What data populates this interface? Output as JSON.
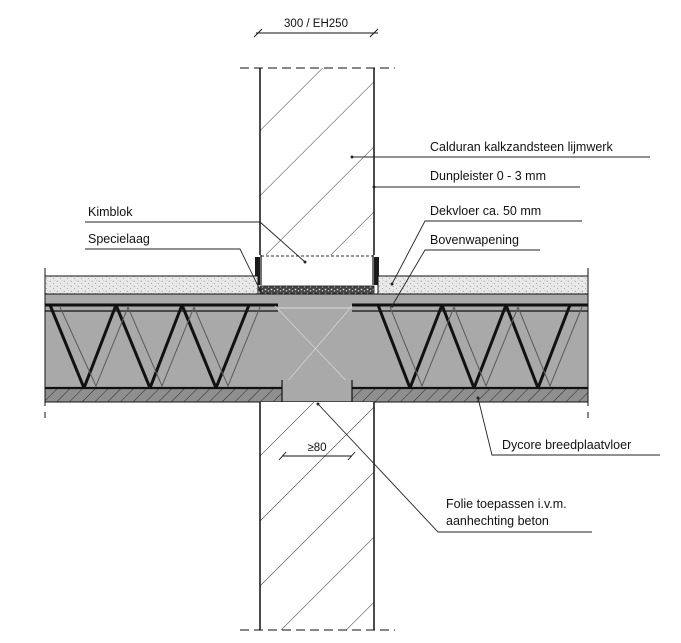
{
  "drawing": {
    "dimensions": {
      "wall_thickness": "300 / EH250",
      "bearing": "≥80"
    },
    "labels": {
      "calduran": "Calduran kalkzandsteen lijmwerk",
      "dunpleister": "Dunpleister 0 - 3 mm",
      "kimblok": "Kimblok",
      "dekvloer": "Dekvloer ca. 50 mm",
      "specielaag": "Specielaag",
      "bovenwapening": "Bovenwapening",
      "dycore": "Dycore breedplaatvloer",
      "folie_line1": "Folie toepassen i.v.m.",
      "folie_line2": "aanhechting beton"
    },
    "colors": {
      "concrete": "#a9a9a9",
      "screed": "#e6e6e6",
      "plank": "#8d8d8d",
      "line": "#111111"
    }
  }
}
